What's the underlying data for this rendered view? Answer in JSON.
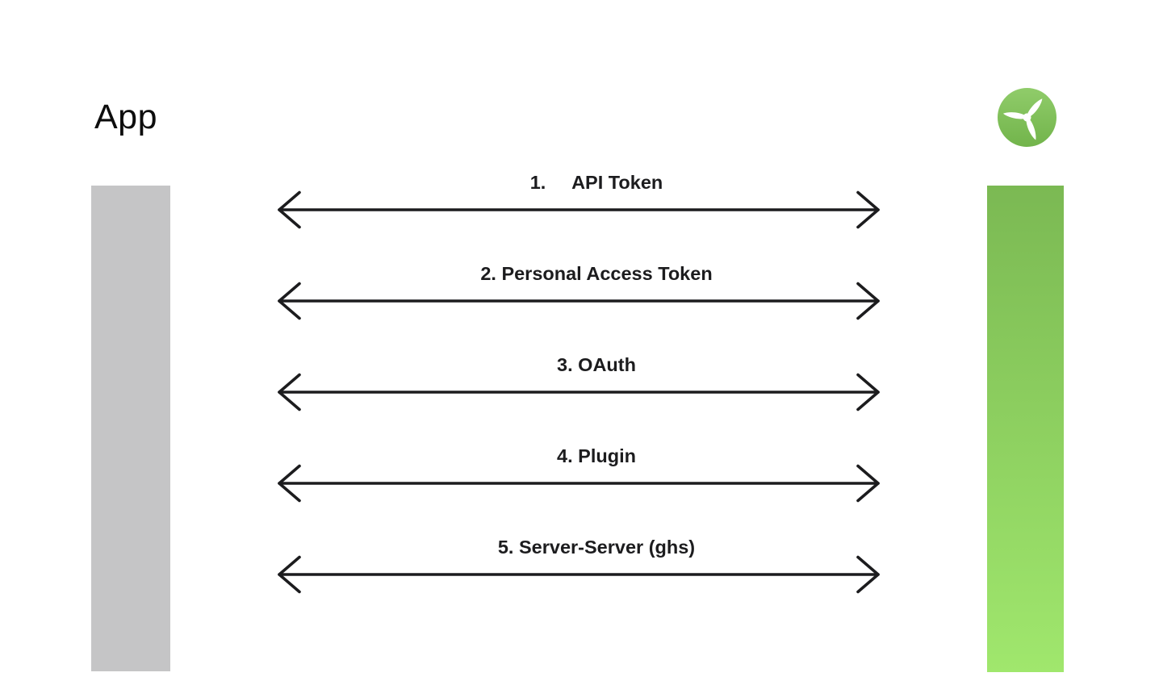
{
  "canvas": {
    "title": "App"
  },
  "logo": {
    "icon": "propeller-icon"
  },
  "methods": [
    {
      "label": "1.     API Token"
    },
    {
      "label": "2. Personal Access Token"
    },
    {
      "label": "3. OAuth"
    },
    {
      "label": "4. Plugin"
    },
    {
      "label": "5. Server-Server (ghs)"
    }
  ],
  "colors": {
    "background": "#ffffff",
    "text": "#0d0d0d",
    "arrow": "#1c1c1e",
    "app-bar": "#c5c5c6",
    "service-bar-top": "#7bb953",
    "service-bar-bottom": "#a0e76d",
    "logo-top": "#90cc6a",
    "logo-bottom": "#72b44b",
    "logo-blade": "#ffffff"
  }
}
